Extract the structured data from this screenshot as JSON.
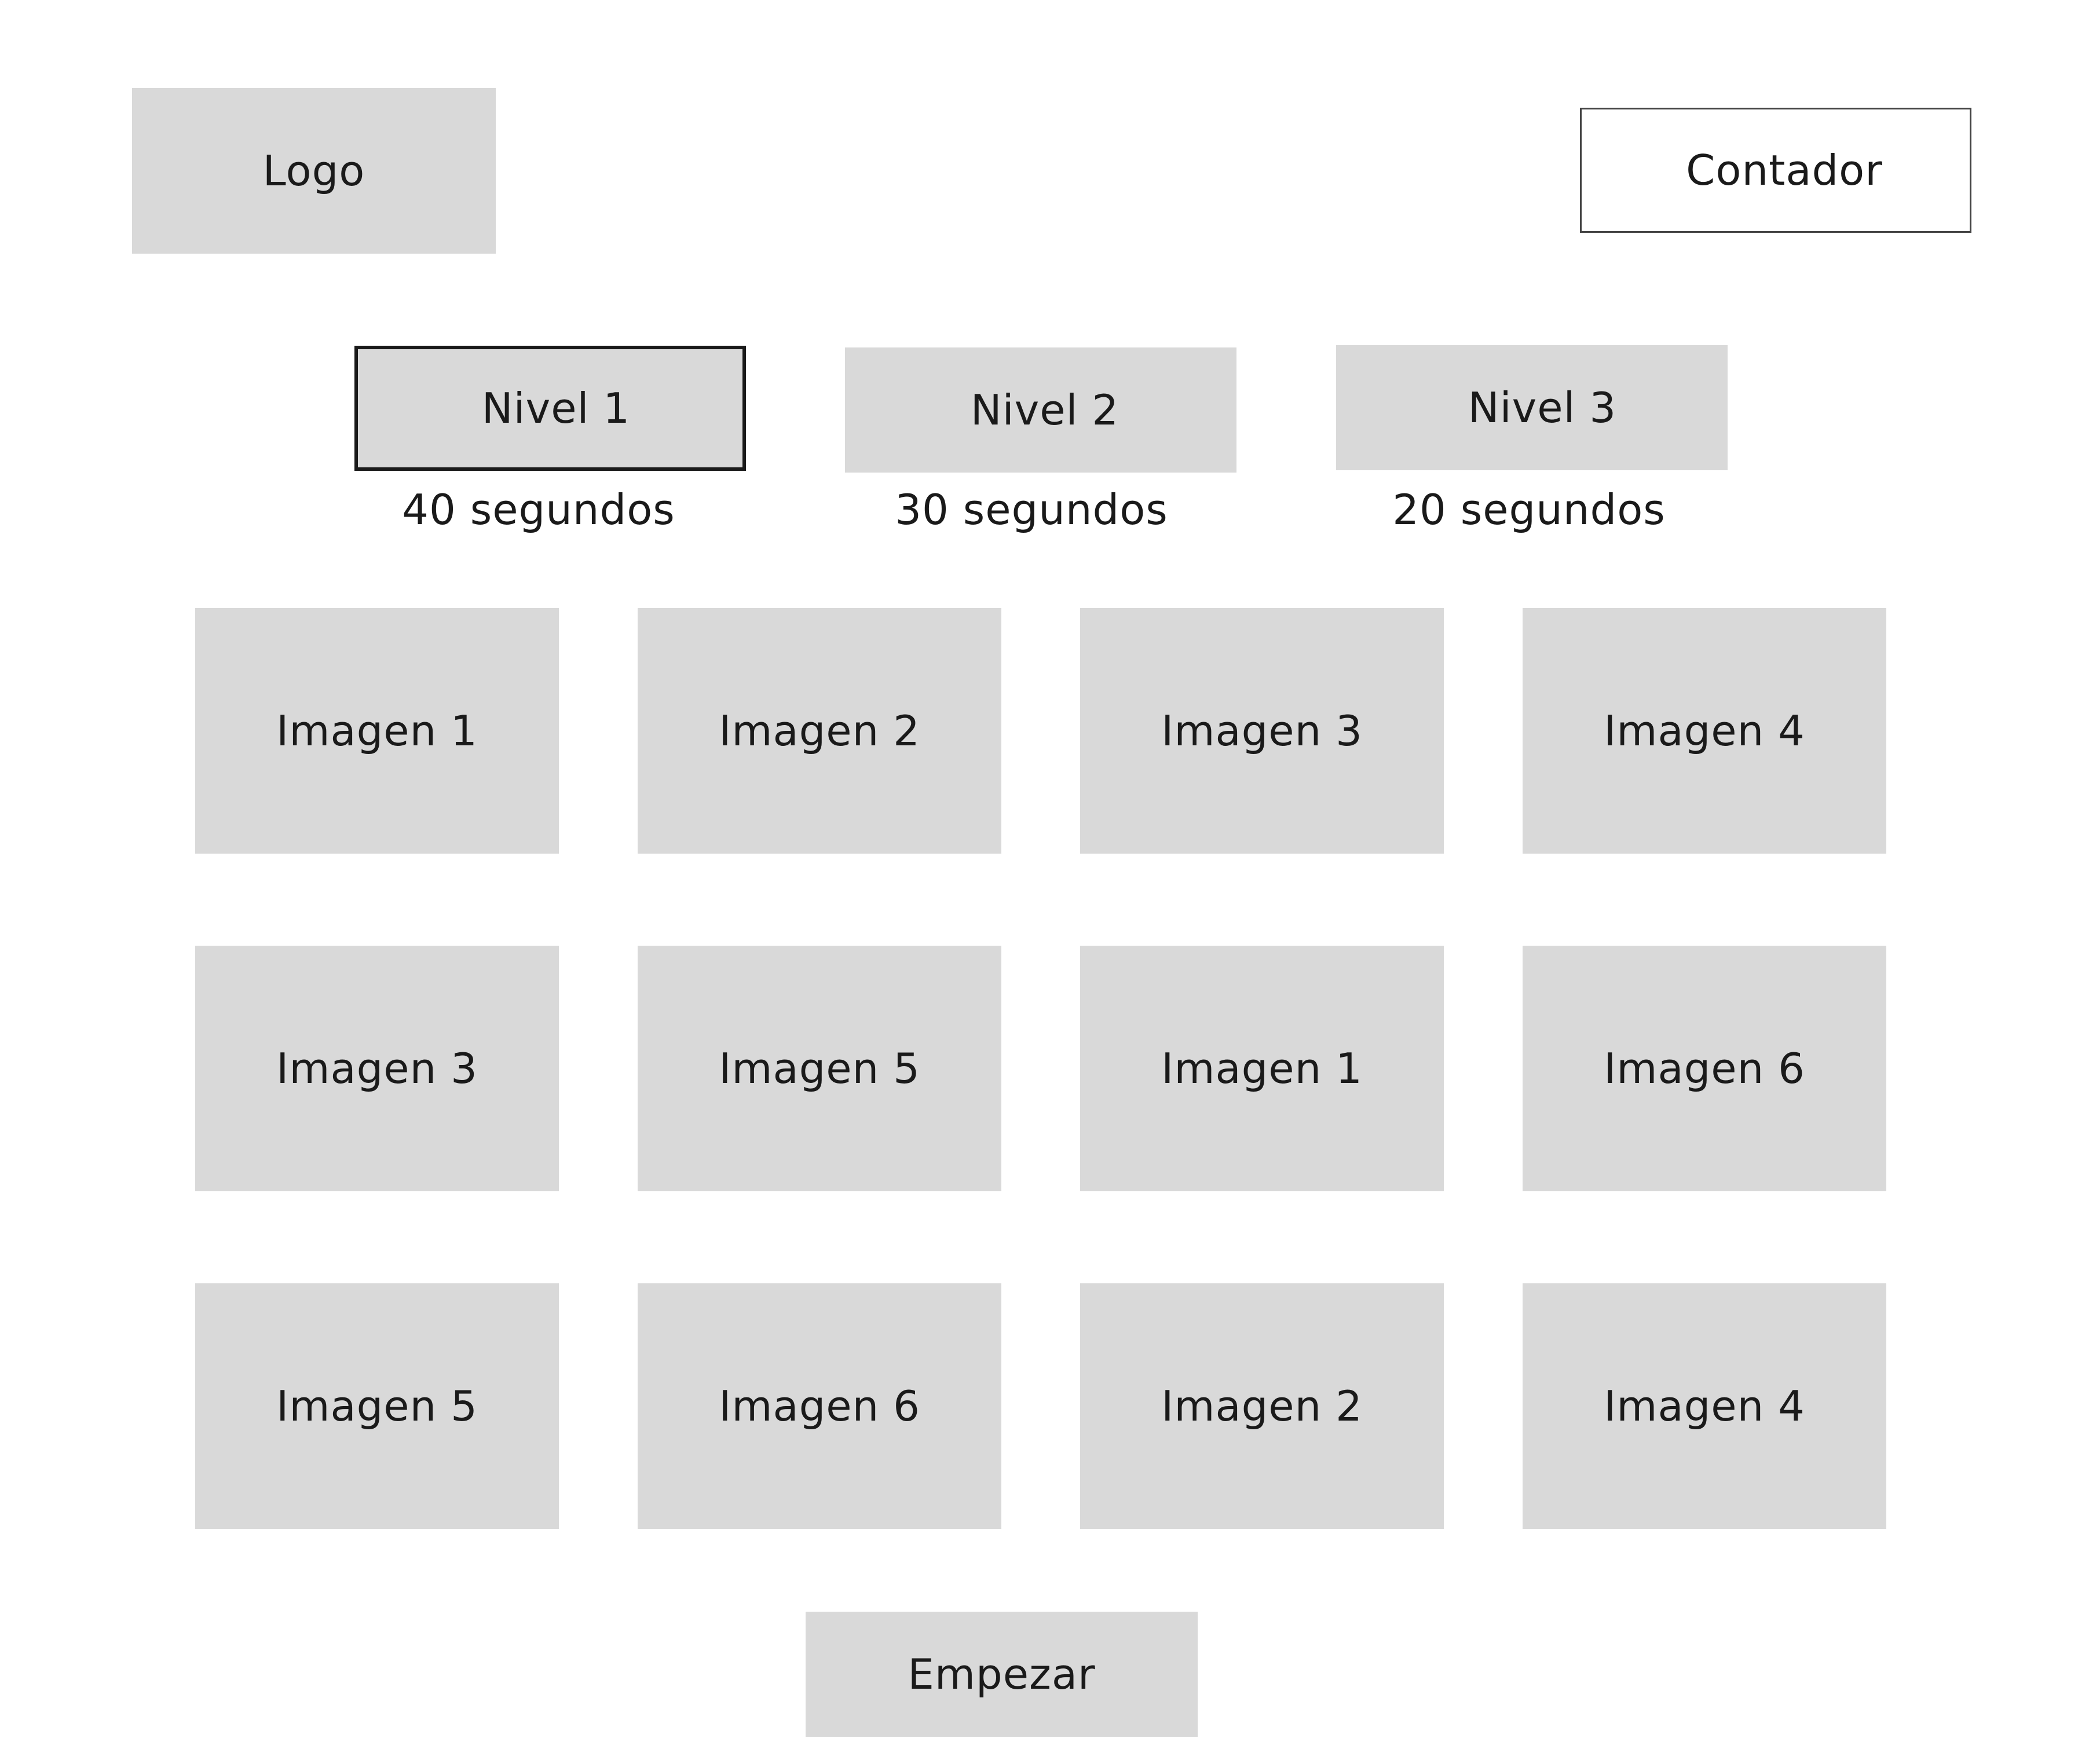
{
  "header": {
    "logo_label": "Logo",
    "counter_label": "Contador"
  },
  "levels": [
    {
      "label": "Nivel 1",
      "time": "40 segundos",
      "selected": true
    },
    {
      "label": "Nivel 2",
      "time": "30 segundos",
      "selected": false
    },
    {
      "label": "Nivel 3",
      "time": "20 segundos",
      "selected": false
    }
  ],
  "grid": {
    "tiles": [
      "Imagen 1",
      "Imagen 2",
      "Imagen 3",
      "Imagen 4",
      "Imagen 3",
      "Imagen 5",
      "Imagen 1",
      "Imagen 6",
      "Imagen 5",
      "Imagen 6",
      "Imagen 2",
      "Imagen 4"
    ]
  },
  "actions": {
    "start_label": "Empezar"
  },
  "colors": {
    "placeholder_gray": "#d9d9d9",
    "text": "#1a1a1a",
    "background": "#ffffff"
  }
}
